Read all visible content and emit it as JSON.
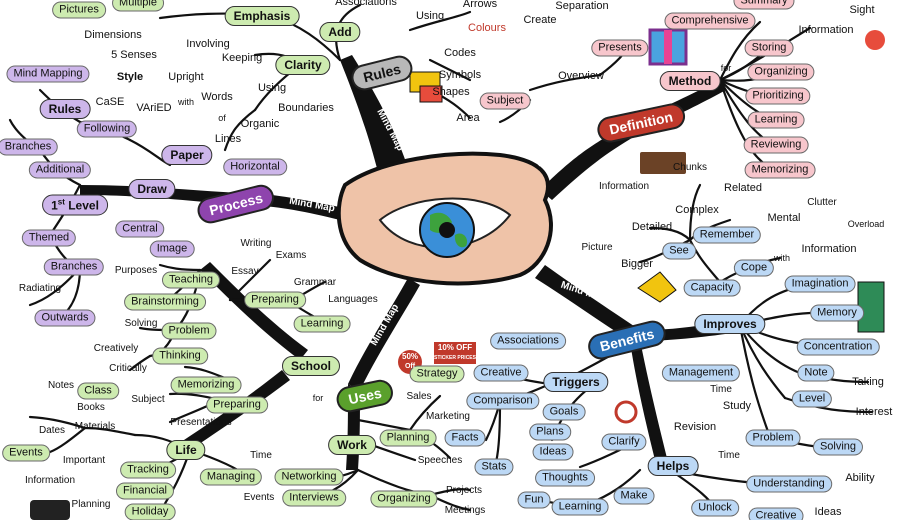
{
  "center": {
    "branch_labels": [
      "Mind Map",
      "Mind Map",
      "Mind Map",
      "Mind Map",
      "Mind Map"
    ]
  },
  "top_left": {
    "emphasis": "Emphasis",
    "add": "Add",
    "associations": "Associations",
    "rules": "Rules",
    "pictures": "Pictures",
    "multiple": "Multiple",
    "dimensions": "Dimensions",
    "senses": "5 Senses",
    "involving": "Involving",
    "keeping": "Keeping",
    "clarity": "Clarity",
    "style": "Style",
    "case": "CaSE",
    "varied": "VAriED",
    "with": "with",
    "upright": "Upright",
    "words": "Words",
    "using1": "Using",
    "boundaries": "Boundaries",
    "organic": "Organic",
    "lines": "Lines",
    "of": "of",
    "using2": "Using",
    "arrows": "Arrows",
    "colours": "Colours",
    "codes": "Codes",
    "symbols": "Symbols",
    "shapes": "Shapes",
    "area": "Area"
  },
  "left": {
    "mind_mapping": "Mind Mapping",
    "rules": "Rules",
    "following": "Following",
    "branches": "Branches",
    "additional": "Additional",
    "draw": "Draw",
    "paper": "Paper",
    "horizontal": "Horizontal",
    "process": "Process",
    "level_main": "1",
    "level_sup": "st",
    "level_tail": " Level",
    "central": "Central",
    "themed": "Themed",
    "image": "Image",
    "branches2": "Branches",
    "radiating": "Radiating",
    "outwards": "Outwards"
  },
  "top_right": {
    "separation": "Separation",
    "create": "Create",
    "overview": "Overview",
    "presents": "Presents",
    "comprehensive": "Comprehensive",
    "subject": "Subject",
    "method": "Method",
    "definition": "Definition",
    "summary": "Summary",
    "sight": "Sight",
    "information": "Information",
    "storing": "Storing",
    "organizing": "Organizing",
    "prioritizing": "Prioritizing",
    "learning": "Learning",
    "reviewing": "Reviewing",
    "memorizing": "Memorizing",
    "for": "for"
  },
  "right": {
    "information": "Information",
    "chunks": "Chunks",
    "related": "Related",
    "complex": "Complex",
    "detailed": "Detailed",
    "remember": "Remember",
    "clutter": "Clutter",
    "mental": "Mental",
    "overload": "Overload",
    "picture": "Picture",
    "see": "See",
    "information2": "Information",
    "bigger": "Bigger",
    "cope": "Cope",
    "capacity": "Capacity",
    "benefits": "Benefits",
    "imagination": "Imagination",
    "improves": "Improves",
    "memory": "Memory",
    "concentration": "Concentration",
    "management": "Management",
    "time": "Time",
    "note": "Note",
    "taking": "Taking",
    "study": "Study",
    "level": "Level",
    "interest": "Interest",
    "revision": "Revision",
    "time2": "Time",
    "problem": "Problem",
    "solving": "Solving",
    "ability": "Ability",
    "helps": "Helps",
    "understanding": "Understanding",
    "unlock": "Unlock",
    "creative": "Creative",
    "ideas": "Ideas",
    "with": "with"
  },
  "bottom_center": {
    "associations": "Associations",
    "creative": "Creative",
    "triggers": "Triggers",
    "comparison": "Comparison",
    "goals": "Goals",
    "facts": "Facts",
    "plans": "Plans",
    "clarify": "Clarify",
    "ideas": "Ideas",
    "stats": "Stats",
    "thoughts": "Thoughts",
    "fun": "Fun",
    "learning": "Learning",
    "make": "Make"
  },
  "bottom_left": {
    "writing": "Writing",
    "exams": "Exams",
    "essay": "Essay",
    "teaching": "Teaching",
    "purposes": "Purposes",
    "grammar": "Grammar",
    "languages": "Languages",
    "preparing": "Preparing",
    "brainstorming": "Brainstorming",
    "learning": "Learning",
    "solving": "Solving",
    "problem": "Problem",
    "creatively": "Creatively",
    "thinking": "Thinking",
    "critically": "Critically",
    "school": "School",
    "uses": "Uses",
    "for": "for",
    "notes": "Notes",
    "class": "Class",
    "subject": "Subject",
    "memorizing": "Memorizing",
    "books": "Books",
    "materials": "Materials",
    "preparing2": "Preparing",
    "presentations": "Presentations",
    "dates": "Dates",
    "events": "Events",
    "important": "Important",
    "life": "Life",
    "tracking": "Tracking",
    "information": "Information",
    "financial": "Financial",
    "planning": "Planning",
    "holiday": "Holiday",
    "managing": "Managing",
    "time": "Time",
    "events2": "Events",
    "strategy": "Strategy",
    "sales": "Sales",
    "marketing": "Marketing",
    "planning2": "Planning",
    "speeches": "Speeches",
    "work": "Work",
    "networking": "Networking",
    "interviews": "Interviews",
    "projects": "Projects",
    "organizing": "Organizing",
    "meetings": "Meetings",
    "sign_top": "10% OFF",
    "sign_bottom": "STICKER PRICES",
    "tag_top": "50%",
    "tag_bottom": "Off"
  },
  "colors": {
    "branch": "#111111",
    "pink": "#f7c6cc",
    "green": "#cdebb0",
    "blue": "#bcd8f5",
    "purple": "#cdb6ea",
    "mauve": "#9b59b6",
    "red": "#c0392b",
    "skin": "#efc3a8"
  }
}
